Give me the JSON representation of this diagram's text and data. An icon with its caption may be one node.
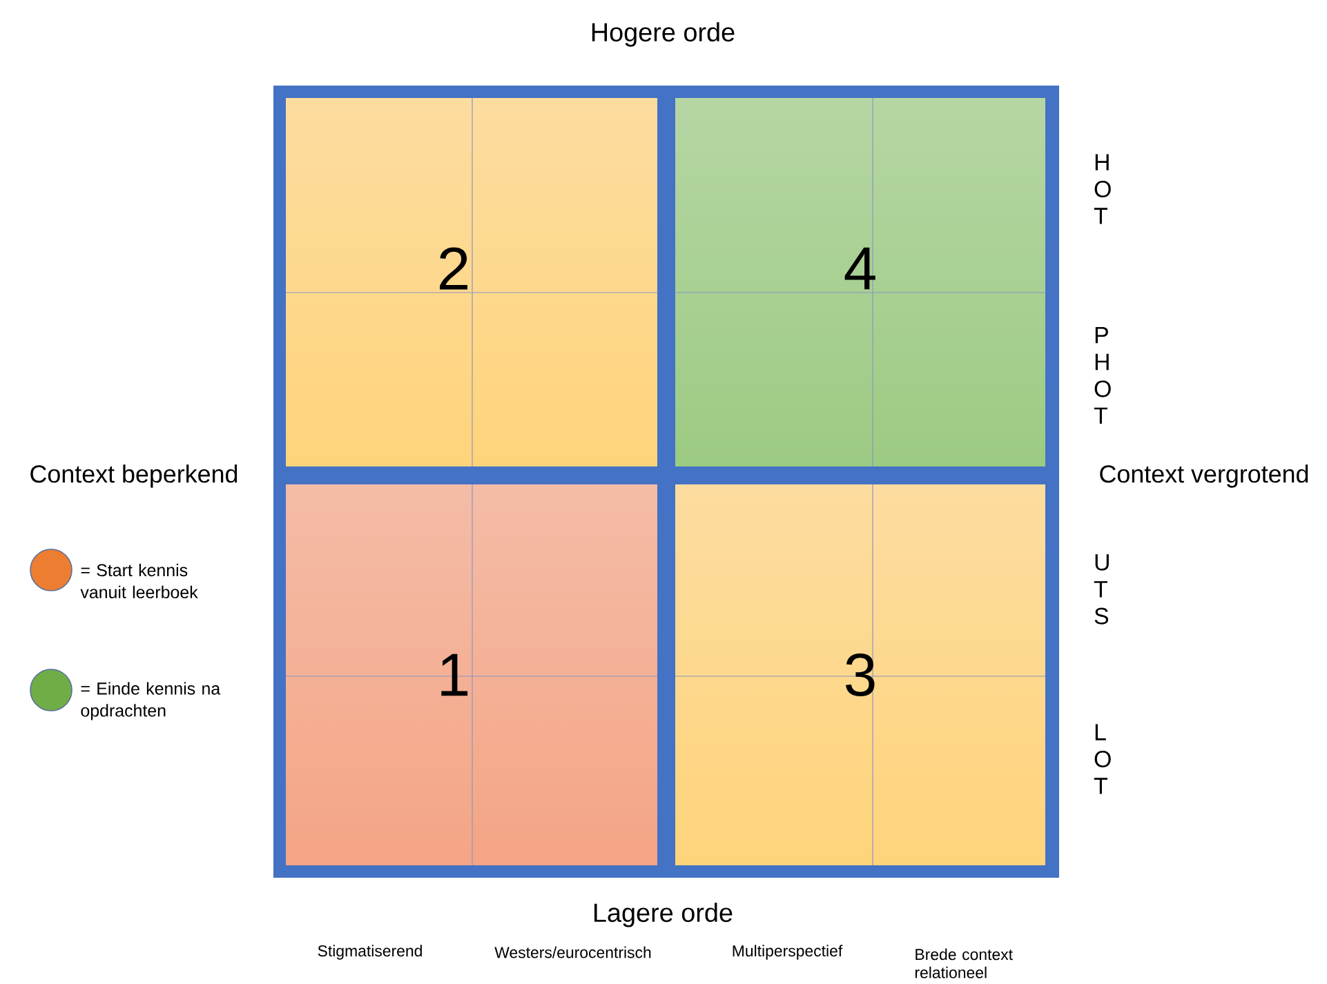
{
  "diagram": {
    "nodes": [
      {
        "text": [
          "2"
        ]
      },
      {
        "text": [
          "4"
        ]
      },
      {
        "text": [
          "1"
        ]
      },
      {
        "text": [
          "3"
        ]
      }
    ],
    "labels": [
      "Hogere orde",
      "H O T",
      "P H O T",
      "Context beperkend",
      "Context vergrotend",
      "U T S",
      "L O T",
      "Lagere orde",
      "Stigmatiserend",
      "Westers/eurocentrisch",
      "Multiperspectief",
      "Brede context relationeel"
    ],
    "legend": [
      {
        "text": "= Start kennis vanuit leerboek",
        "color": "#ed7d31"
      },
      {
        "text": "= Einde kennis na opdrachten",
        "color": "#70ad47"
      }
    ]
  }
}
